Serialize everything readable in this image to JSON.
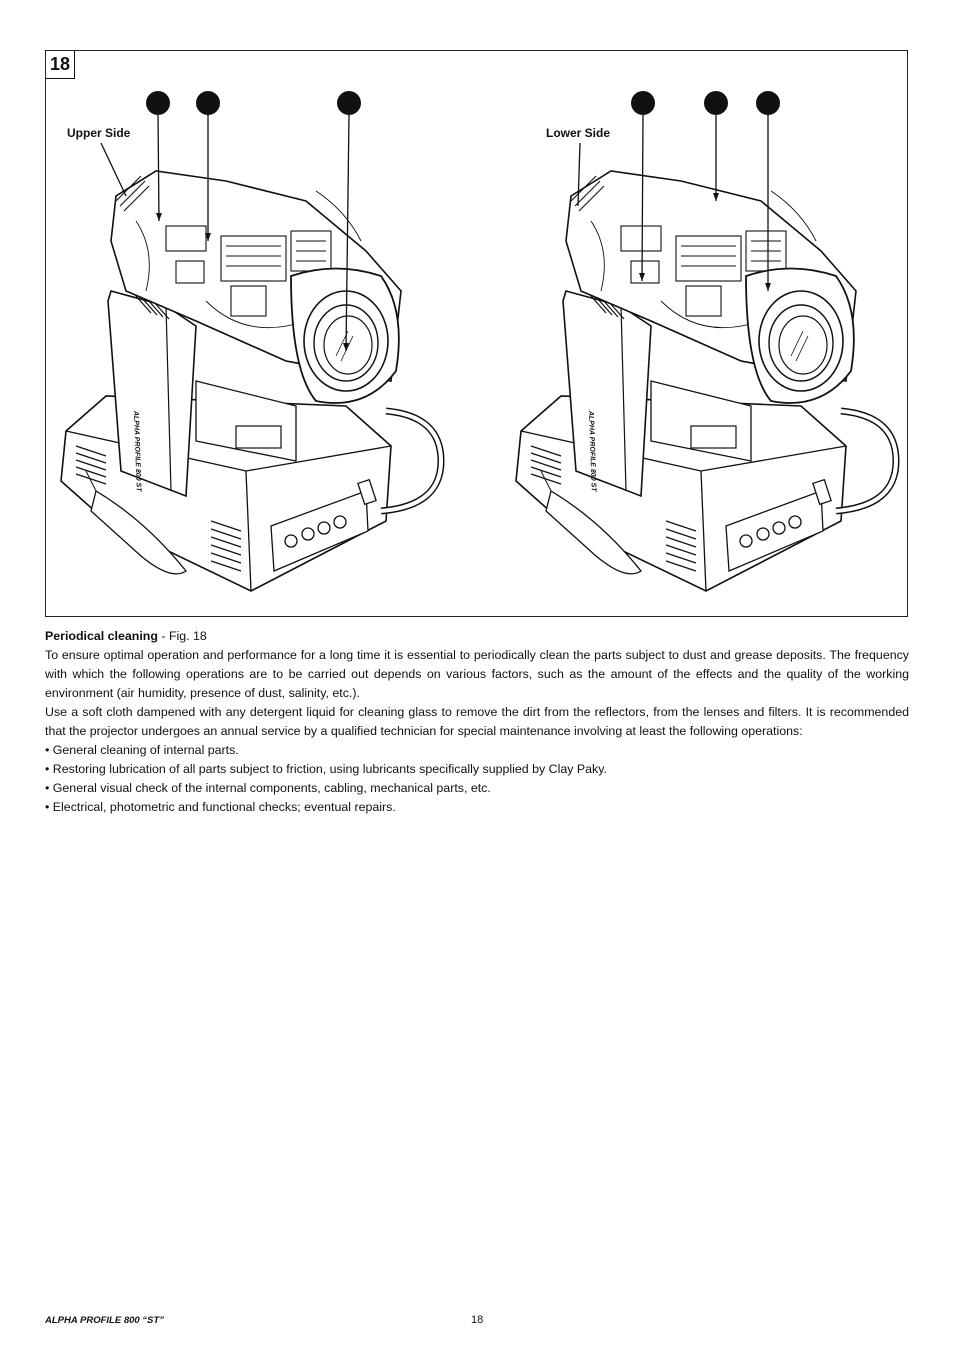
{
  "figure": {
    "number": "18",
    "labels": {
      "upper": "Upper Side",
      "lower": "Lower Side"
    }
  },
  "section": {
    "title": "Periodical cleaning",
    "fig_ref": " - Fig. 18",
    "paragraphs": [
      "To ensure optimal operation and performance for a long time it is essential to periodically clean the parts subject to dust and grease deposits. The frequency with which the following operations are to be carried out depends on various factors, such as the amount of the effects and the quality of the working environment (air humidity, presence of dust, salinity, etc.).",
      "Use a soft cloth dampened with any detergent liquid for cleaning glass to remove the dirt from the reflectors, from the lenses and filters. It is recommended that the projector undergoes an annual service by a qualified technician for special maintenance involving at least the following operations:"
    ],
    "bullets": [
      "• General cleaning of internal parts.",
      "• Restoring lubrication of all parts subject to friction, using lubricants specifically supplied by Clay Paky.",
      "• General visual check of the internal components, cabling, mechanical parts, etc.",
      "• Electrical, photometric and functional checks; eventual repairs."
    ]
  },
  "footer": {
    "title": "ALPHA PROFILE 800 “ST”",
    "page": "18"
  }
}
